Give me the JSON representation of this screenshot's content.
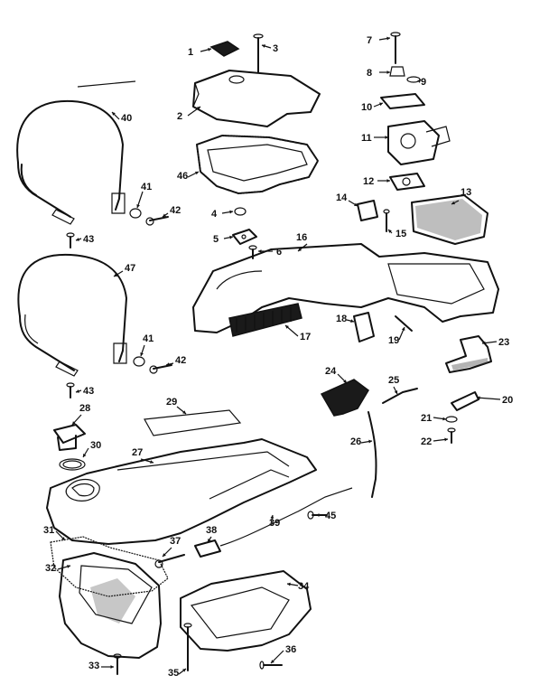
{
  "diagram": {
    "callouts": [
      "1",
      "2",
      "3",
      "4",
      "5",
      "6",
      "7",
      "8",
      "9",
      "10",
      "11",
      "12",
      "13",
      "14",
      "15",
      "16",
      "17",
      "18",
      "19",
      "20",
      "21",
      "22",
      "23",
      "24",
      "25",
      "26",
      "27",
      "28",
      "29",
      "30",
      "31",
      "32",
      "33",
      "34",
      "35",
      "36",
      "37",
      "38",
      "39",
      "40",
      "41",
      "41",
      "42",
      "42",
      "43",
      "43",
      "45",
      "46",
      "47"
    ]
  }
}
